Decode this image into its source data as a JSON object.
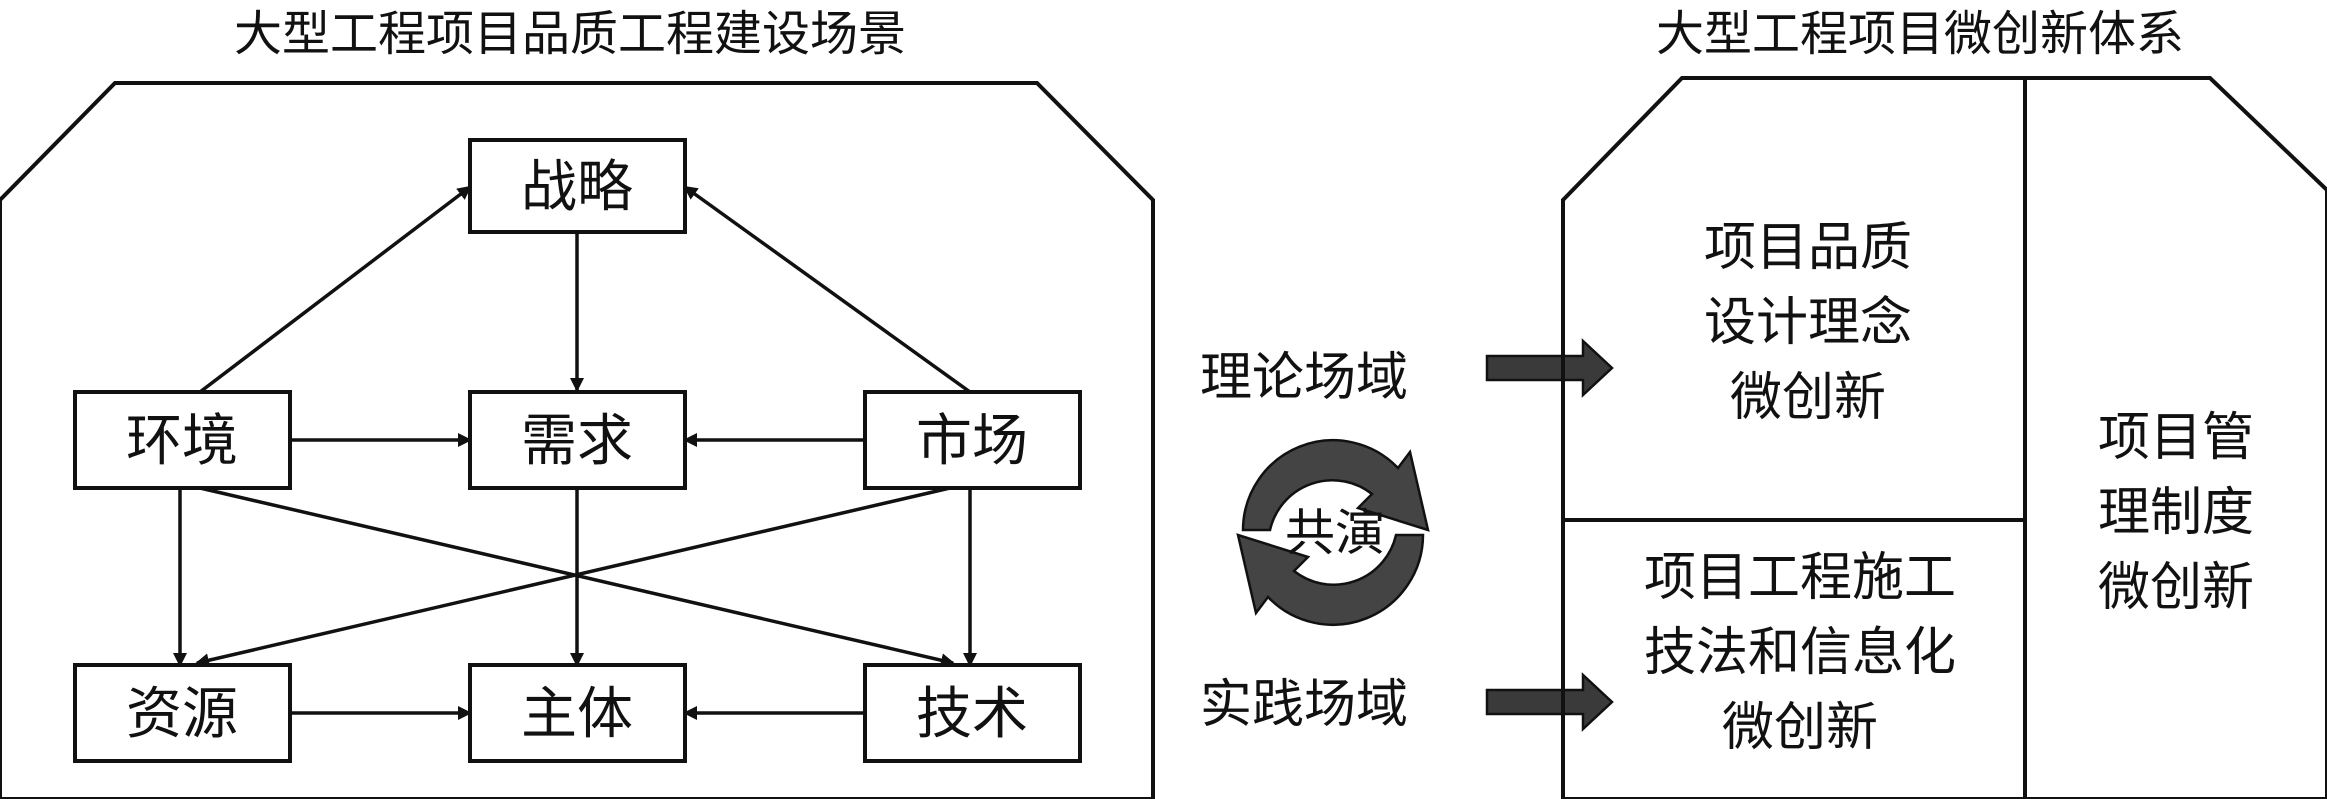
{
  "left_panel": {
    "title": "大型工程项目品质工程建设场景",
    "nodes": {
      "strategy": "战略",
      "environment": "环境",
      "demand": "需求",
      "market": "市场",
      "resource": "资源",
      "subject": "主体",
      "technology": "技术"
    }
  },
  "middle": {
    "theory_field": "理论场域",
    "practice_field": "实践场域",
    "coevolution": "共演"
  },
  "right_panel": {
    "title": "大型工程项目微创新体系",
    "cell_design": [
      "项目品质",
      "设计理念",
      "微创新"
    ],
    "cell_construction": [
      "项目工程施工",
      "技法和信息化",
      "微创新"
    ],
    "cell_management": [
      "项目管",
      "理制度",
      "微创新"
    ]
  },
  "colors": {
    "stroke": "#111111",
    "block_arrow_fill": "#3a3a3a",
    "cycle_arrow_fill": "#444444"
  }
}
